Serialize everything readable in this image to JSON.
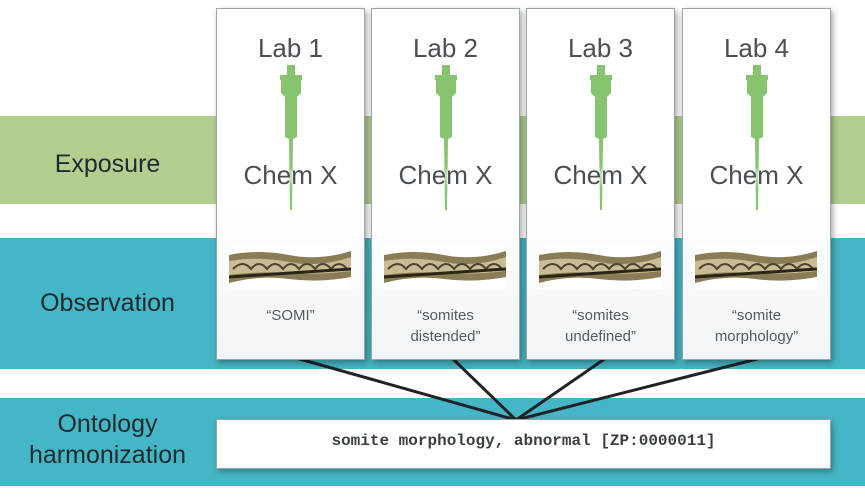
{
  "rows": {
    "exposure": "Exposure",
    "observation": "Observation",
    "ontology": "Ontology\nharmonization"
  },
  "labs": [
    {
      "title": "Lab 1",
      "chemical": "Chem X",
      "observation": "“SOMI”"
    },
    {
      "title": "Lab 2",
      "chemical": "Chem X",
      "observation": "“somites\ndistended”"
    },
    {
      "title": "Lab 3",
      "chemical": "Chem X",
      "observation": "“somites\nundefined”"
    },
    {
      "title": "Lab 4",
      "chemical": "Chem X",
      "observation": "“somite\nmorphology”"
    }
  ],
  "ontology_term": "somite morphology, abnormal [ZP:0000011]",
  "icons": {
    "pipette": "pipette-icon",
    "embryo": "zebrafish-embryo-image"
  },
  "colors": {
    "exposure_band": "#b3cf8f",
    "observation_band": "#45b6c5",
    "pipette": "#86c46f"
  }
}
